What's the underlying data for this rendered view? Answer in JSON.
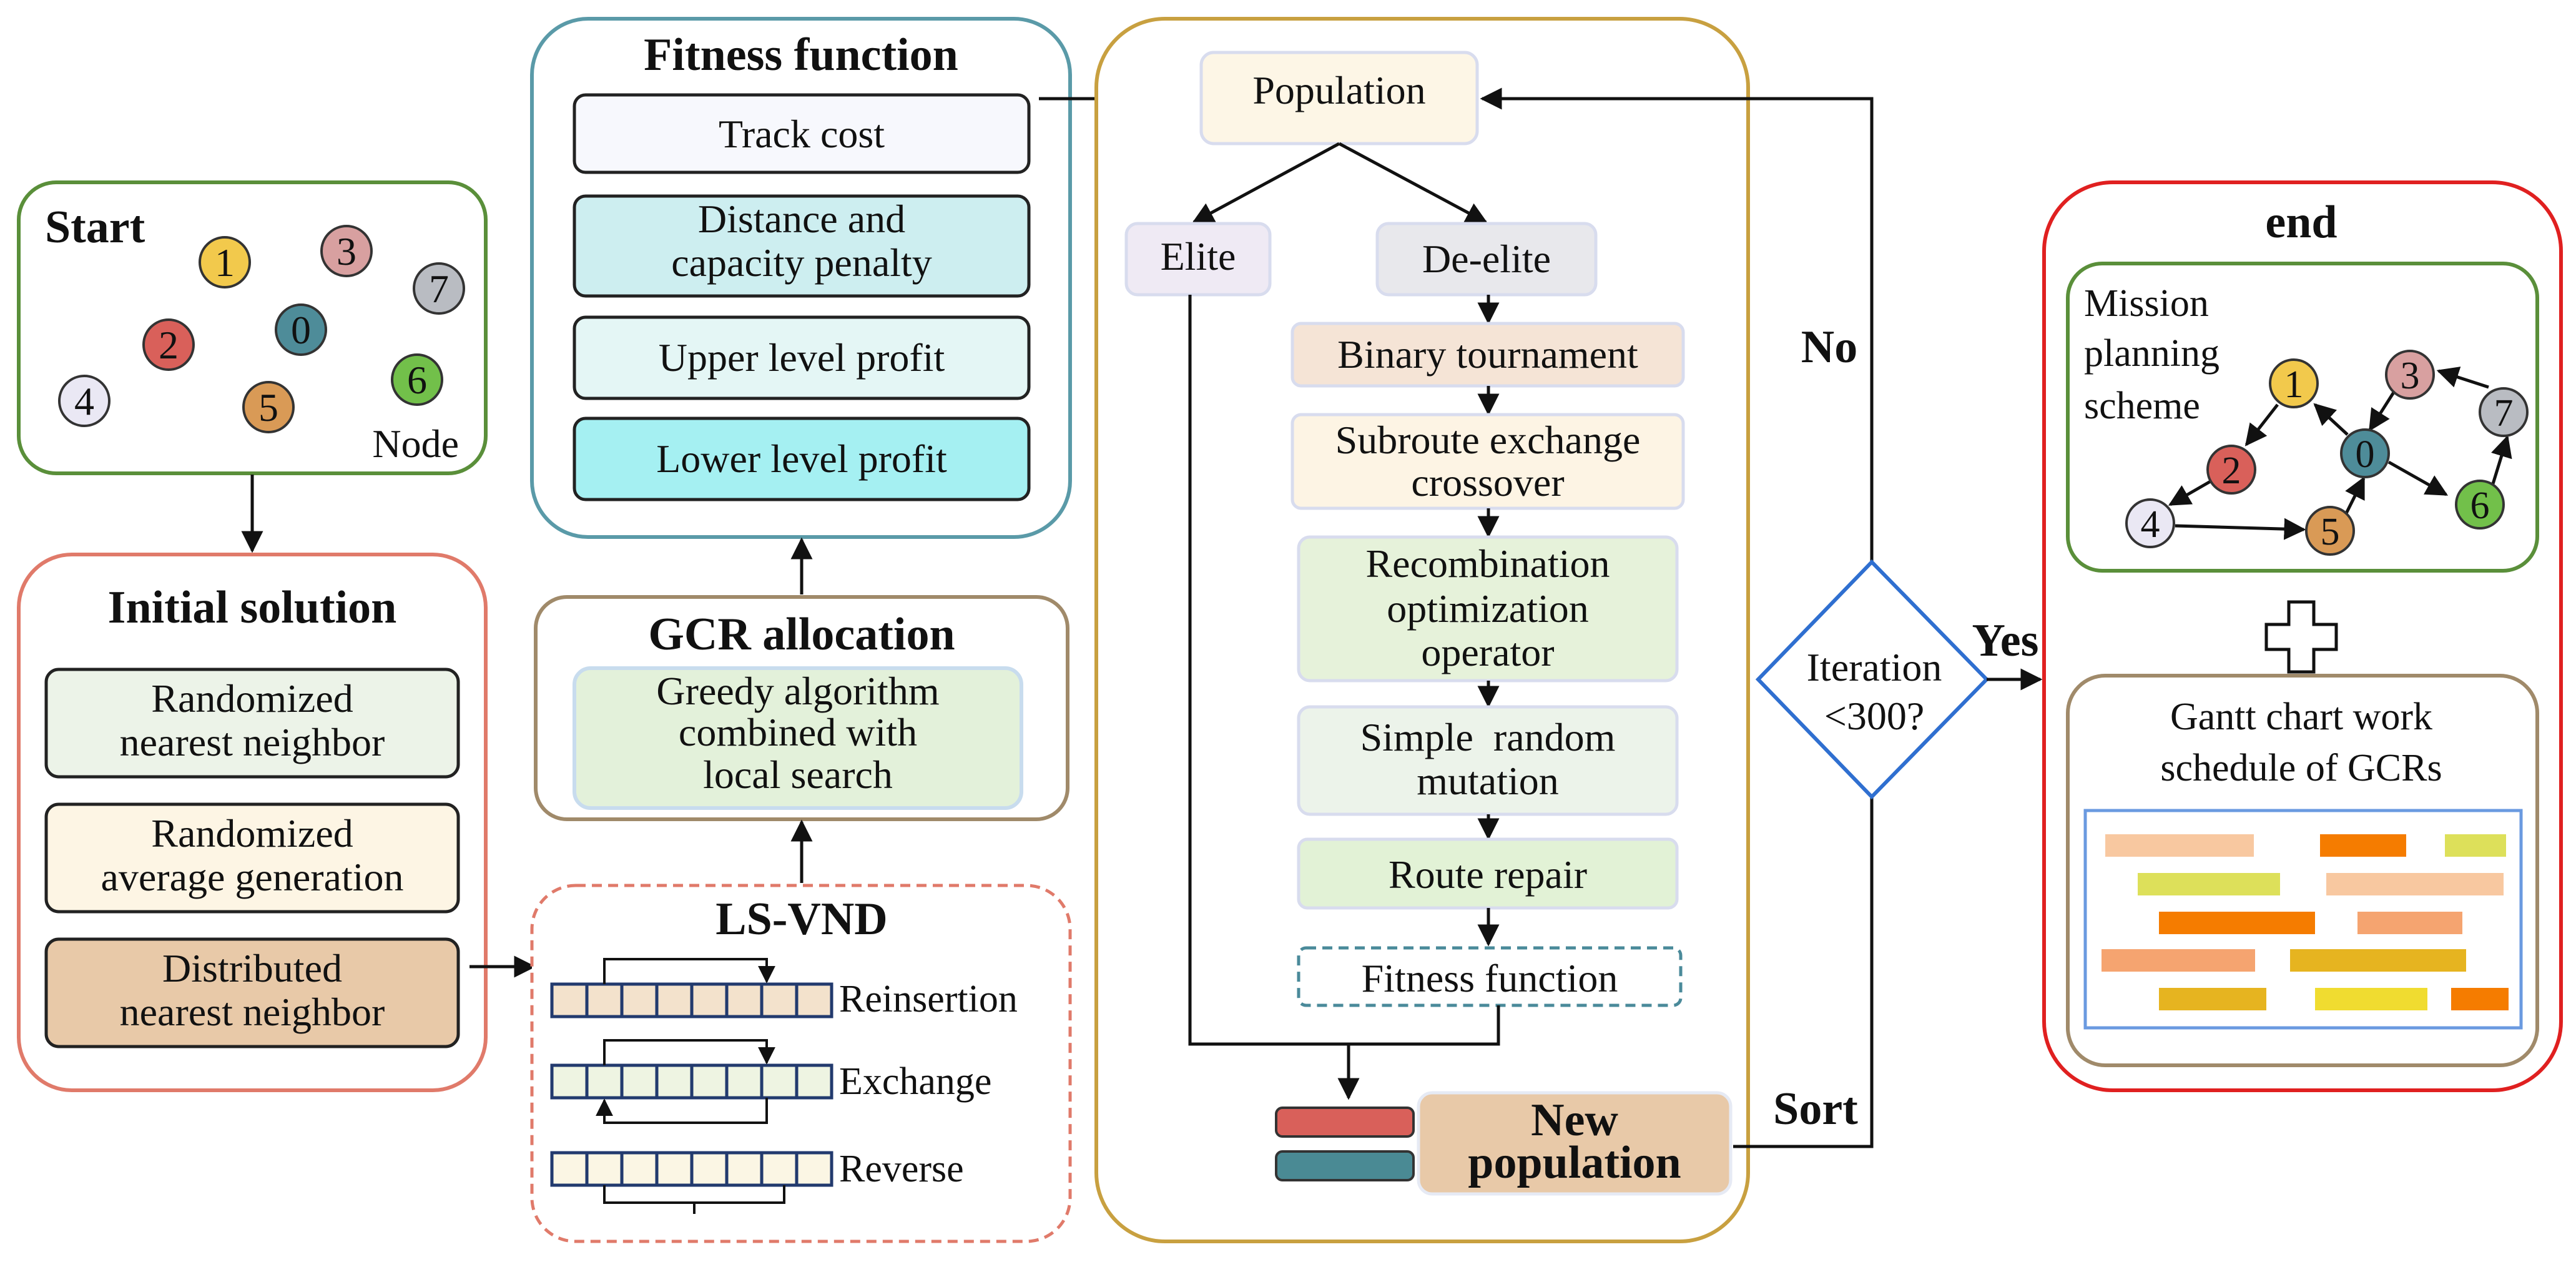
{
  "start": {
    "title": "Start",
    "node_caption": "Node"
  },
  "nodes": [
    {
      "id": "0",
      "color": "#4e8c99"
    },
    {
      "id": "1",
      "color": "#f2c94c"
    },
    {
      "id": "2",
      "color": "#d9605a"
    },
    {
      "id": "3",
      "color": "#d8a0a0"
    },
    {
      "id": "4",
      "color": "#eae8f4"
    },
    {
      "id": "5",
      "color": "#d99a56"
    },
    {
      "id": "6",
      "color": "#72c04a"
    },
    {
      "id": "7",
      "color": "#b9bcc2"
    }
  ],
  "initial_solution": {
    "title": "Initial solution",
    "methods": [
      {
        "line1": "Randomized",
        "line2": "nearest neighbor",
        "fill": "#ecf3e8"
      },
      {
        "line1": "Randomized",
        "line2": "average generation",
        "fill": "#fdf5e4"
      },
      {
        "line1": "Distributed",
        "line2": "nearest neighbor",
        "fill": "#e8c9a8"
      }
    ]
  },
  "fitness_function": {
    "title": "Fitness function",
    "items": [
      {
        "line1": "Track cost",
        "line2": "",
        "fill": "#f7f8fd"
      },
      {
        "line1": "Distance and",
        "line2": "capacity penalty",
        "fill": "#cdeef0"
      },
      {
        "line1": "Upper level profit",
        "line2": "",
        "fill": "#e4f6f5"
      },
      {
        "line1": "Lower level profit",
        "line2": "",
        "fill": "#a5f0f2"
      }
    ]
  },
  "gcr_allocation": {
    "title": "GCR allocation",
    "line1": "Greedy algorithm",
    "line2": "combined with",
    "line3": "local search"
  },
  "ls_vnd": {
    "title": "LS-VND",
    "operators": [
      "Reinsertion",
      "Exchange",
      "Reverse"
    ]
  },
  "genetic": {
    "population": "Population",
    "elite": "Elite",
    "de_elite": "De-elite",
    "steps": [
      {
        "lines": [
          "Binary tournament"
        ],
        "fill": "#f5e4d6"
      },
      {
        "lines": [
          "Subroute exchange",
          "crossover"
        ],
        "fill": "#fdf4e4"
      },
      {
        "lines": [
          "Recombination",
          "optimization",
          "operator"
        ],
        "fill": "#e6f2da"
      },
      {
        "lines": [
          "Simple  random",
          "mutation"
        ],
        "fill": "#ecf3ea"
      },
      {
        "lines": [
          "Route repair"
        ],
        "fill": "#e2f2d6"
      },
      {
        "lines": [
          "Fitness function"
        ],
        "fill": "#ffffff"
      }
    ],
    "new_population_line1": "New",
    "new_population_line2": "population"
  },
  "decision": {
    "line1": "Iteration",
    "line2": "<300?",
    "no_label": "No",
    "yes_label": "Yes",
    "sort_label": "Sort"
  },
  "end": {
    "title": "end",
    "mission_line1": "Mission",
    "mission_line2": "planning",
    "mission_line3": "scheme",
    "gantt_line1": "Gantt chart work",
    "gantt_line2": "schedule of GCRs",
    "gantt_colors": [
      "#f8c8a0",
      "#f57c00",
      "#dde05a",
      "#f5a470",
      "#e6b420",
      "#f0dc30"
    ]
  },
  "colors": {
    "start_border": "#5a8f3a",
    "initial_border": "#e07a6a",
    "fitness_border": "#5a9aa8",
    "gcr_border": "#a08a6a",
    "lsvnd_border": "#e07a6a",
    "genetic_border": "#c8a040",
    "decision_border": "#2f6fd0",
    "end_border": "#e02020",
    "mission_border": "#5a8f3a",
    "gantt_border": "#a08a6a",
    "new_pop_fill": "#e8c9a8"
  }
}
